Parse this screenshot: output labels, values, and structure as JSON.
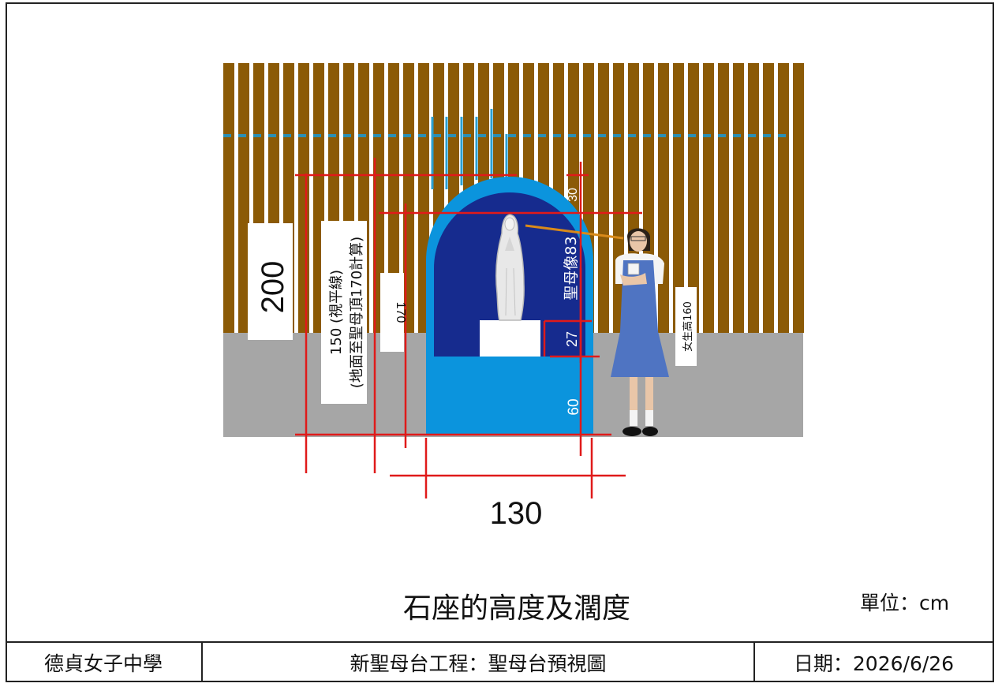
{
  "drawing": {
    "caption": "石座的高度及濶度",
    "unit_label": "單位：cm",
    "dimensions": {
      "width_130": "130",
      "height_200": "200",
      "eye_level": "150 (視平線)",
      "eye_level_note": "(地面至聖母頂170計算)",
      "height_170": "170",
      "statue_83": "聖母像83",
      "top_30": "30",
      "plinth_27": "27",
      "base_60": "60",
      "student_160": "女生高160"
    },
    "colors": {
      "slat_brown": "#8b5a06",
      "ground_gray": "#a6a6a6",
      "alcove_outer": "#0b94dd",
      "alcove_inner": "#162b8e",
      "dimension_red": "#e01a1a",
      "eye_line_blue": "#2a8fb5",
      "sight_line_orange": "#d98a1a"
    }
  },
  "title_block": {
    "school": "德貞女子中學",
    "project": "新聖母台工程：聖母台預視圖",
    "date": "日期：2026/6/26"
  }
}
